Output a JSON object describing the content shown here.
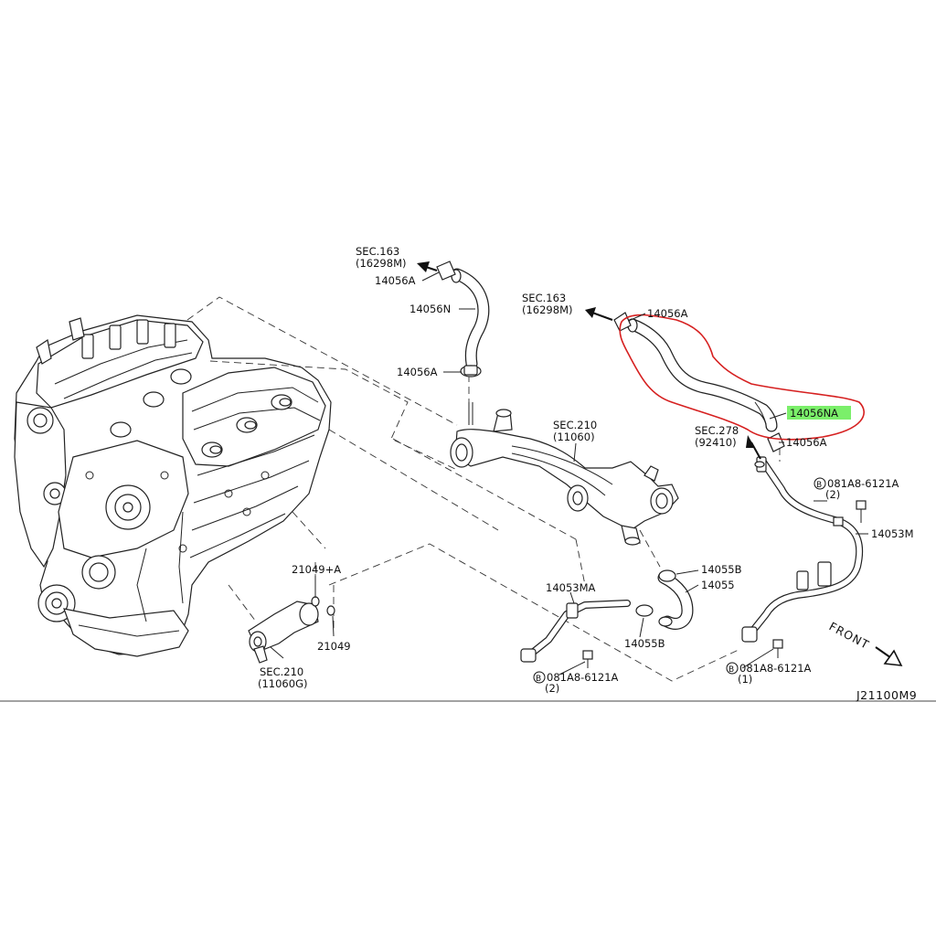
{
  "diagram_id": "J21100M9",
  "highlight": {
    "color": "#d62020",
    "label_bg": "#7bef6a"
  },
  "labels": {
    "sec163_top": "SEC.163",
    "p16298m_top": "(16298M)",
    "l14056a_top": "14056A",
    "l14056n": "14056N",
    "l14056a_mid": "14056A",
    "sec163_right": "SEC.163",
    "p16298m_right": "(16298M)",
    "l14056a_right": "14056A",
    "l14056na": "14056NA",
    "sec278": "SEC.278",
    "p92410": "(92410)",
    "l14056a_low": "14056A",
    "sec210_mid": "SEC.210",
    "p11060": "(11060)",
    "bolt_a_code": "081A8-6121A",
    "bolt_a_qty": "(2)",
    "l14053m": "14053M",
    "l21049a": "21049+A",
    "l14055b_top": "14055B",
    "l14055": "14055",
    "l14053ma": "14053MA",
    "l14055b_low": "14055B",
    "l21049": "21049",
    "sec210_low": "SEC.210",
    "p11060g": "(11060G)",
    "bolt_b_code": "081A8-6121A",
    "bolt_b_qty": "(2)",
    "bolt_c_code": "081A8-6121A",
    "bolt_c_qty": "(1)",
    "bolt_symbol": "B",
    "front": "FRONT"
  }
}
